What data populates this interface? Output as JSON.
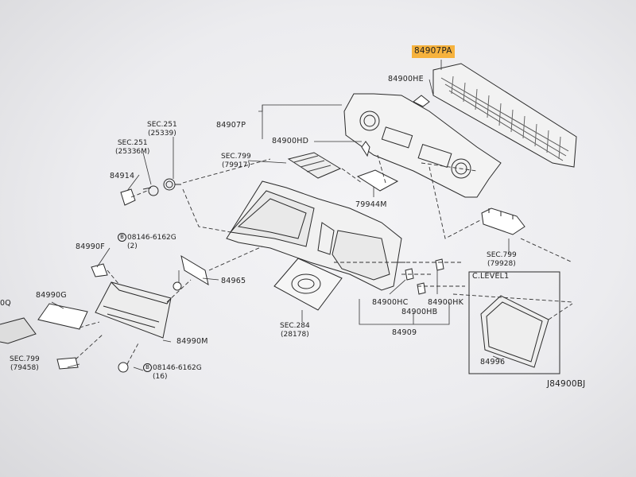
{
  "diagram_id": "J84900BJ",
  "labels": {
    "p84907PA": "84907PA",
    "p84900HE": "84900HE",
    "p84907P": "84907P",
    "p84900HD": "84900HD",
    "sec251a": "SEC.251",
    "sec251a_ref": "25339",
    "sec251b": "SEC.251",
    "sec251b_ref": "25336M",
    "sec799a": "SEC.799",
    "sec799a_ref": "79917",
    "p84914": "84914",
    "p79944M": "79944M",
    "sec799b": "SEC.799",
    "sec799b_ref": "79928",
    "p84990F": "84990F",
    "bolt1_code": "08146-6162G",
    "bolt1_qty": "2",
    "p84965": "84965",
    "p84990G": "84990G",
    "p84990M": "84990M",
    "sec284": "SEC.284",
    "sec284_ref": "28178",
    "p84900HC": "84900HC",
    "p84900HK": "84900HK",
    "p84900HB": "84900HB",
    "p84909": "84909",
    "clevel": "C.LEVEL1",
    "p84996": "84996",
    "sec799c": "SEC.799",
    "sec799c_ref": "79458",
    "bolt2_code": "08146-6162G",
    "bolt2_qty": "16",
    "cut_left": "0Q",
    "bolt_mark": "B"
  }
}
